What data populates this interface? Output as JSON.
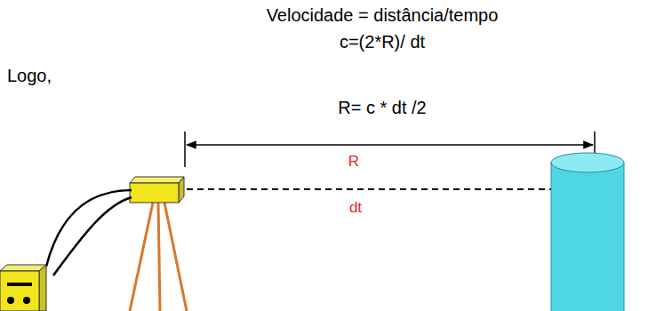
{
  "diagram": {
    "labels": [
      "Velocidade = distância/tempo",
      "c=(2*R)/ dt",
      "Logo,",
      "R= c * dt /2",
      "R",
      "dt"
    ]
  }
}
